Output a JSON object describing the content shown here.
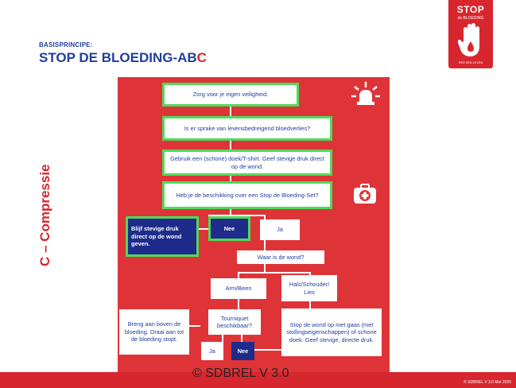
{
  "header": {
    "kicker": "BASISPRINCIPE:",
    "title_main": "STOP DE BLOEDING-AB",
    "title_accent": "C"
  },
  "side_label": "C – Compressie",
  "logo": {
    "stop": "STOP",
    "small": "de BLOEDING",
    "bottom": "RED EEN LEVEN"
  },
  "flow": {
    "step1": "Zorg voor je eigen veiligheid.",
    "step2": "Is er sprake van levensbedreigend bloedverlies?",
    "step3": "Gebruik een (schone) doek/T-shirt. Geef stevige druk direct op de wond.",
    "step4": "Heb je de beschikking over een Stop de Bloeding-Set?",
    "press": "Blijf stevige druk direct op de wond geven.",
    "nee1": "Nee",
    "ja1": "Ja",
    "where": "Waar is de wond?",
    "arm": "Arm/Been",
    "hals": "Hals/Schouder/ Lies",
    "tq": "Tourniquet beschikbaar?",
    "above": "Breng aan boven de bloeding. Draai aan tot de bloeding stopt.",
    "ja2": "Ja",
    "nee2": "Nee",
    "gauze": "Stop de wond op met gaas (met stollingseigenschappen) of schone doek. Geef stevige, directe druk."
  },
  "icons": [
    "siren-icon",
    "first-aid-kit-icon"
  ],
  "colors": {
    "red": "#d8262e",
    "navy": "#1e2b8a",
    "green": "#4edb5a",
    "blue_text": "#1f3ea0"
  },
  "footer": {
    "copyright": "© SDBREL V 3.0",
    "copyright_small": "© SDBREL V 3.0 Mei 2020"
  }
}
